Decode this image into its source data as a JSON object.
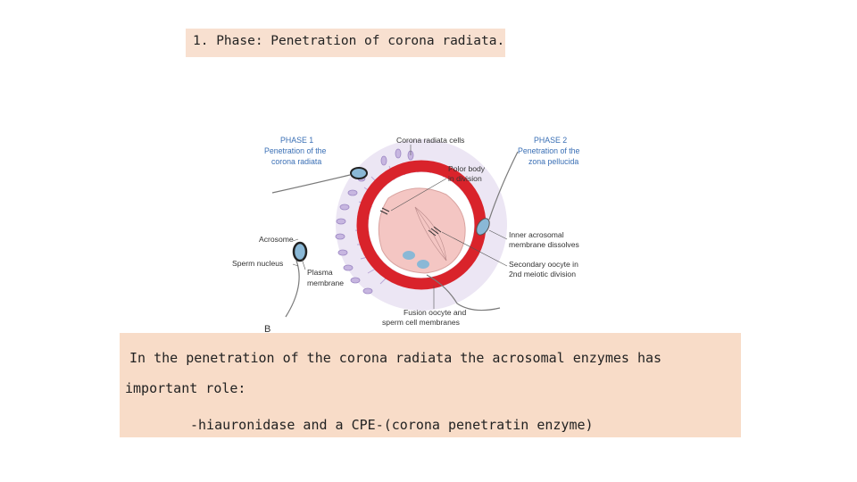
{
  "title": "1. Phase: Penetration of  corona radiata.",
  "diagram": {
    "phase1": [
      "PHASE 1",
      "Penetration of the",
      "corona radiata"
    ],
    "phase2": [
      "PHASE 2",
      "Penetration of the",
      "zona pellucida"
    ],
    "corona_cells": "Corona radiata cells",
    "polar_body": [
      "Polor body",
      "in division"
    ],
    "inner_acrosomal": [
      "Inner acrosomal",
      "membrane dissolves"
    ],
    "secondary_oocyte": [
      "Secondary oocyte in",
      "2nd meiotic division"
    ],
    "fusion": [
      "Fusion oocyte and",
      "sperm cell membranes"
    ],
    "acrosome": "Acrosome",
    "sperm_nucleus": "Sperm nucleus",
    "plasma_membrane": [
      "Plasma",
      "membrane"
    ],
    "panel_letter": "B",
    "colors": {
      "zona": "#d9232b",
      "oocyte": "#f4c6c3",
      "corona": "#b9a6d6",
      "sperm_head": "#8ab8d6"
    }
  },
  "body": {
    "line1": "In the penetration of the corona radiata  the acrosomal enzymes has",
    "line2": "important role:",
    "line3": "-hiauronidase and a CPE-(corona penetratin enzyme)"
  }
}
